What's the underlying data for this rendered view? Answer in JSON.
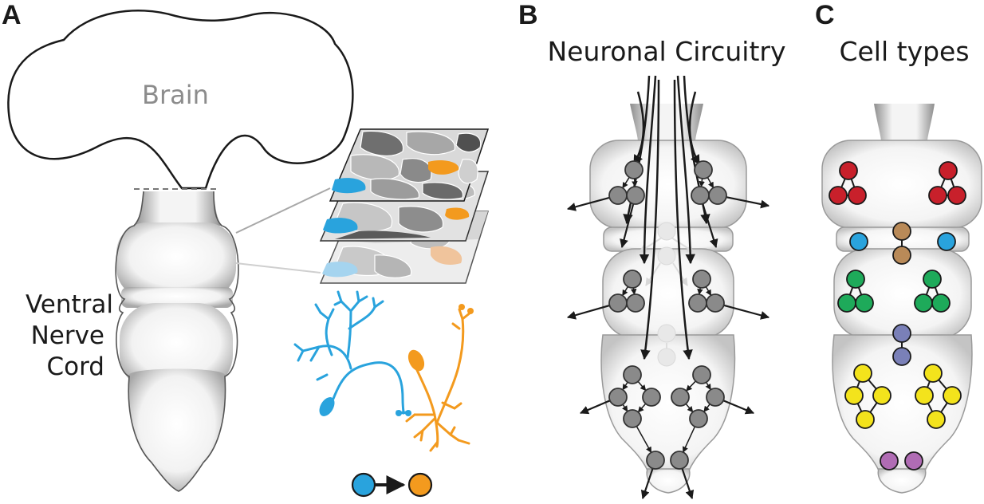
{
  "panels": {
    "a": {
      "letter": "A",
      "brain_label": "Brain",
      "vnc_label_lines": [
        "Ventral",
        "Nerve",
        "Cord"
      ]
    },
    "b": {
      "letter": "B",
      "title": "Neuronal Circuitry"
    },
    "c": {
      "letter": "C",
      "title": "Cell types"
    }
  },
  "colors": {
    "neuron_blue": "#29a3dd",
    "neuron_orange": "#f39a1e",
    "node_gray": "#8a8a8a",
    "red": "#c8202b",
    "tan": "#b98a58",
    "blue": "#29a3dd",
    "green": "#1eaa5a",
    "purple_blue": "#7a80b8",
    "yellow": "#f3e31c",
    "magenta": "#b06cb4"
  }
}
